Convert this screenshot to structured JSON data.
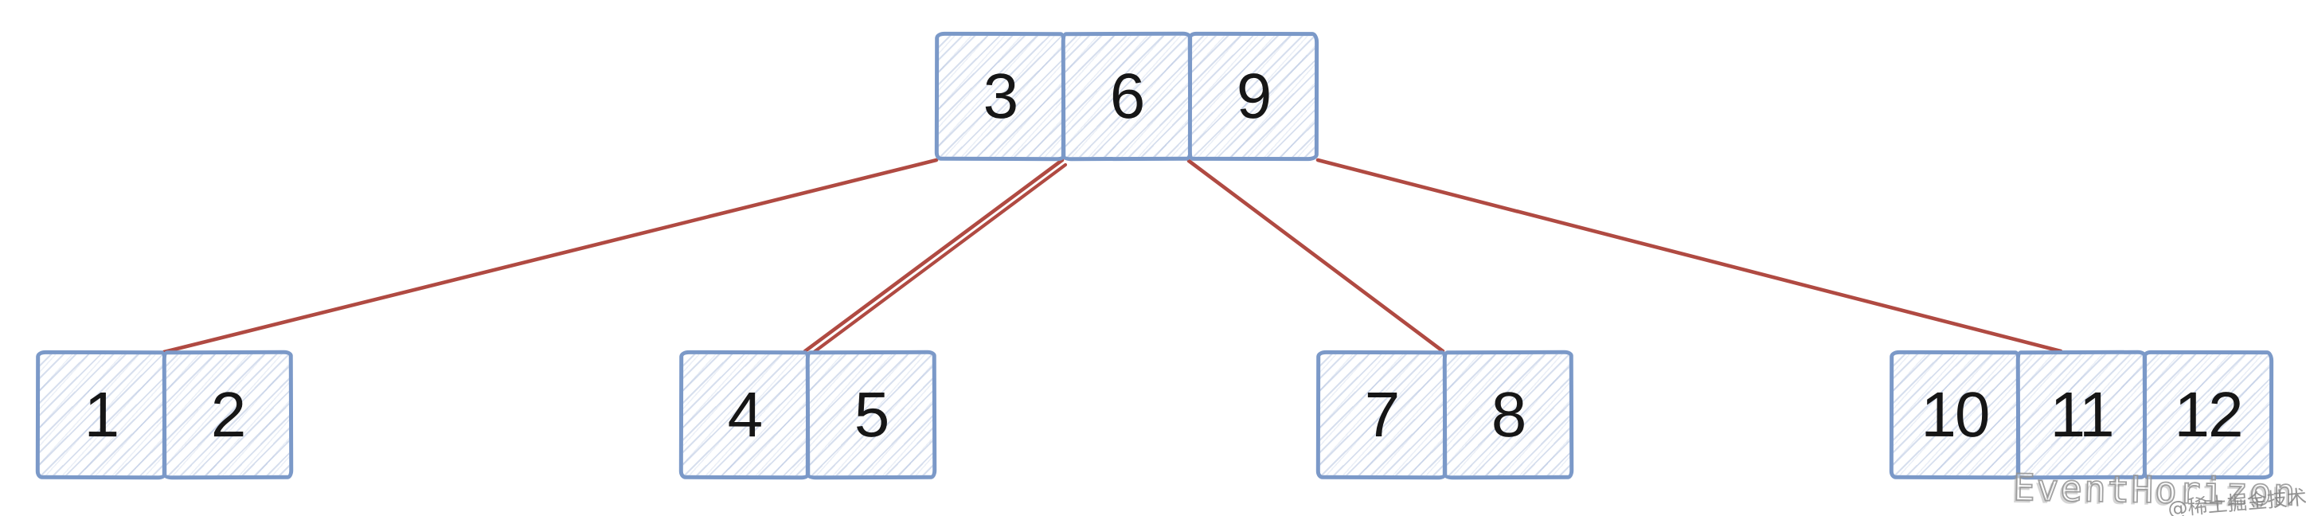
{
  "diagram": {
    "type": "b-tree",
    "description": "B-tree with a 3-key root and four leaf nodes",
    "nodes": {
      "root": {
        "keys": [
          "3",
          "6",
          "9"
        ]
      },
      "leaf1": {
        "keys": [
          "1",
          "2"
        ]
      },
      "leaf2": {
        "keys": [
          "4",
          "5"
        ]
      },
      "leaf3": {
        "keys": [
          "7",
          "8"
        ]
      },
      "leaf4": {
        "keys": [
          "10",
          "11",
          "12"
        ]
      }
    },
    "edges": [
      {
        "from": "root",
        "to": "leaf1"
      },
      {
        "from": "root",
        "to": "leaf2",
        "double_stroke": true
      },
      {
        "from": "root",
        "to": "leaf3"
      },
      {
        "from": "root",
        "to": "leaf4"
      }
    ]
  },
  "watermark": {
    "title": "EventHorizon",
    "community": "@稀土掘金技术社区"
  },
  "colors": {
    "node_stroke": "#7b99c8",
    "node_hatch": "#7a96c8",
    "edge": "#b04a42",
    "key_text": "#161616",
    "watermark_gray": "#919191"
  }
}
